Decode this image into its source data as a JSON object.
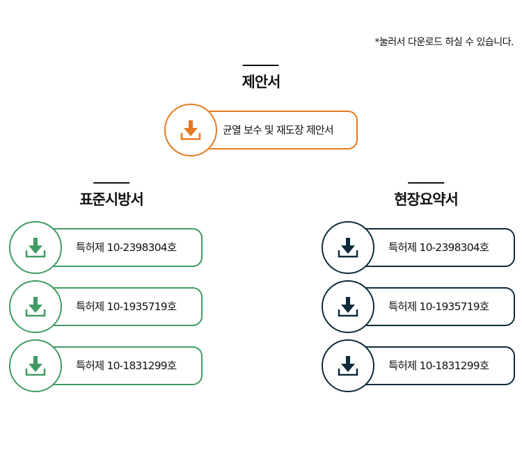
{
  "note": "*눌러서 다운로드 하실 수 있습니다.",
  "proposal": {
    "title": "제안서",
    "button": {
      "label": "균열 보수 및 재도장 제안서",
      "color": "#e37a1f"
    }
  },
  "spec": {
    "title": "표준시방서",
    "color": "#3f9b63",
    "items": [
      {
        "label": "특허제 10-2398304호"
      },
      {
        "label": "특허제 10-1935719호"
      },
      {
        "label": "특허제 10-1831299호"
      }
    ]
  },
  "summary": {
    "title": "현장요약서",
    "color": "#0d2b3a",
    "items": [
      {
        "label": "특허제 10-2398304호"
      },
      {
        "label": "특허제 10-1935719호"
      },
      {
        "label": "특허제 10-1831299호"
      }
    ]
  },
  "icons": {
    "download": "download-icon"
  }
}
